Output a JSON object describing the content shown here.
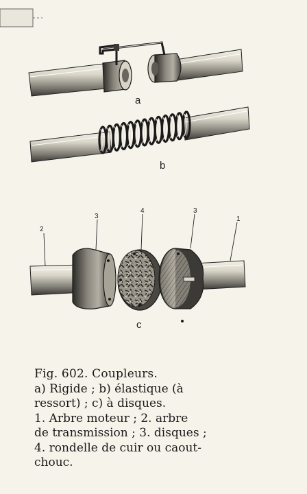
{
  "figure": {
    "panels": [
      {
        "id": "a"
      },
      {
        "id": "b"
      },
      {
        "id": "c"
      }
    ],
    "part_labels": [
      "2",
      "3",
      "4",
      "3",
      "1"
    ]
  },
  "caption": {
    "title": "Fig. 602. Coupleurs.",
    "lines": [
      "a) Rigide ; b) élastique (à",
      "ressort) ; c) à disques.",
      "1. Arbre moteur ; 2. arbre",
      "de transmission ; 3. disques ;",
      "4. rondelle de cuir ou caout-",
      "chouc."
    ]
  }
}
